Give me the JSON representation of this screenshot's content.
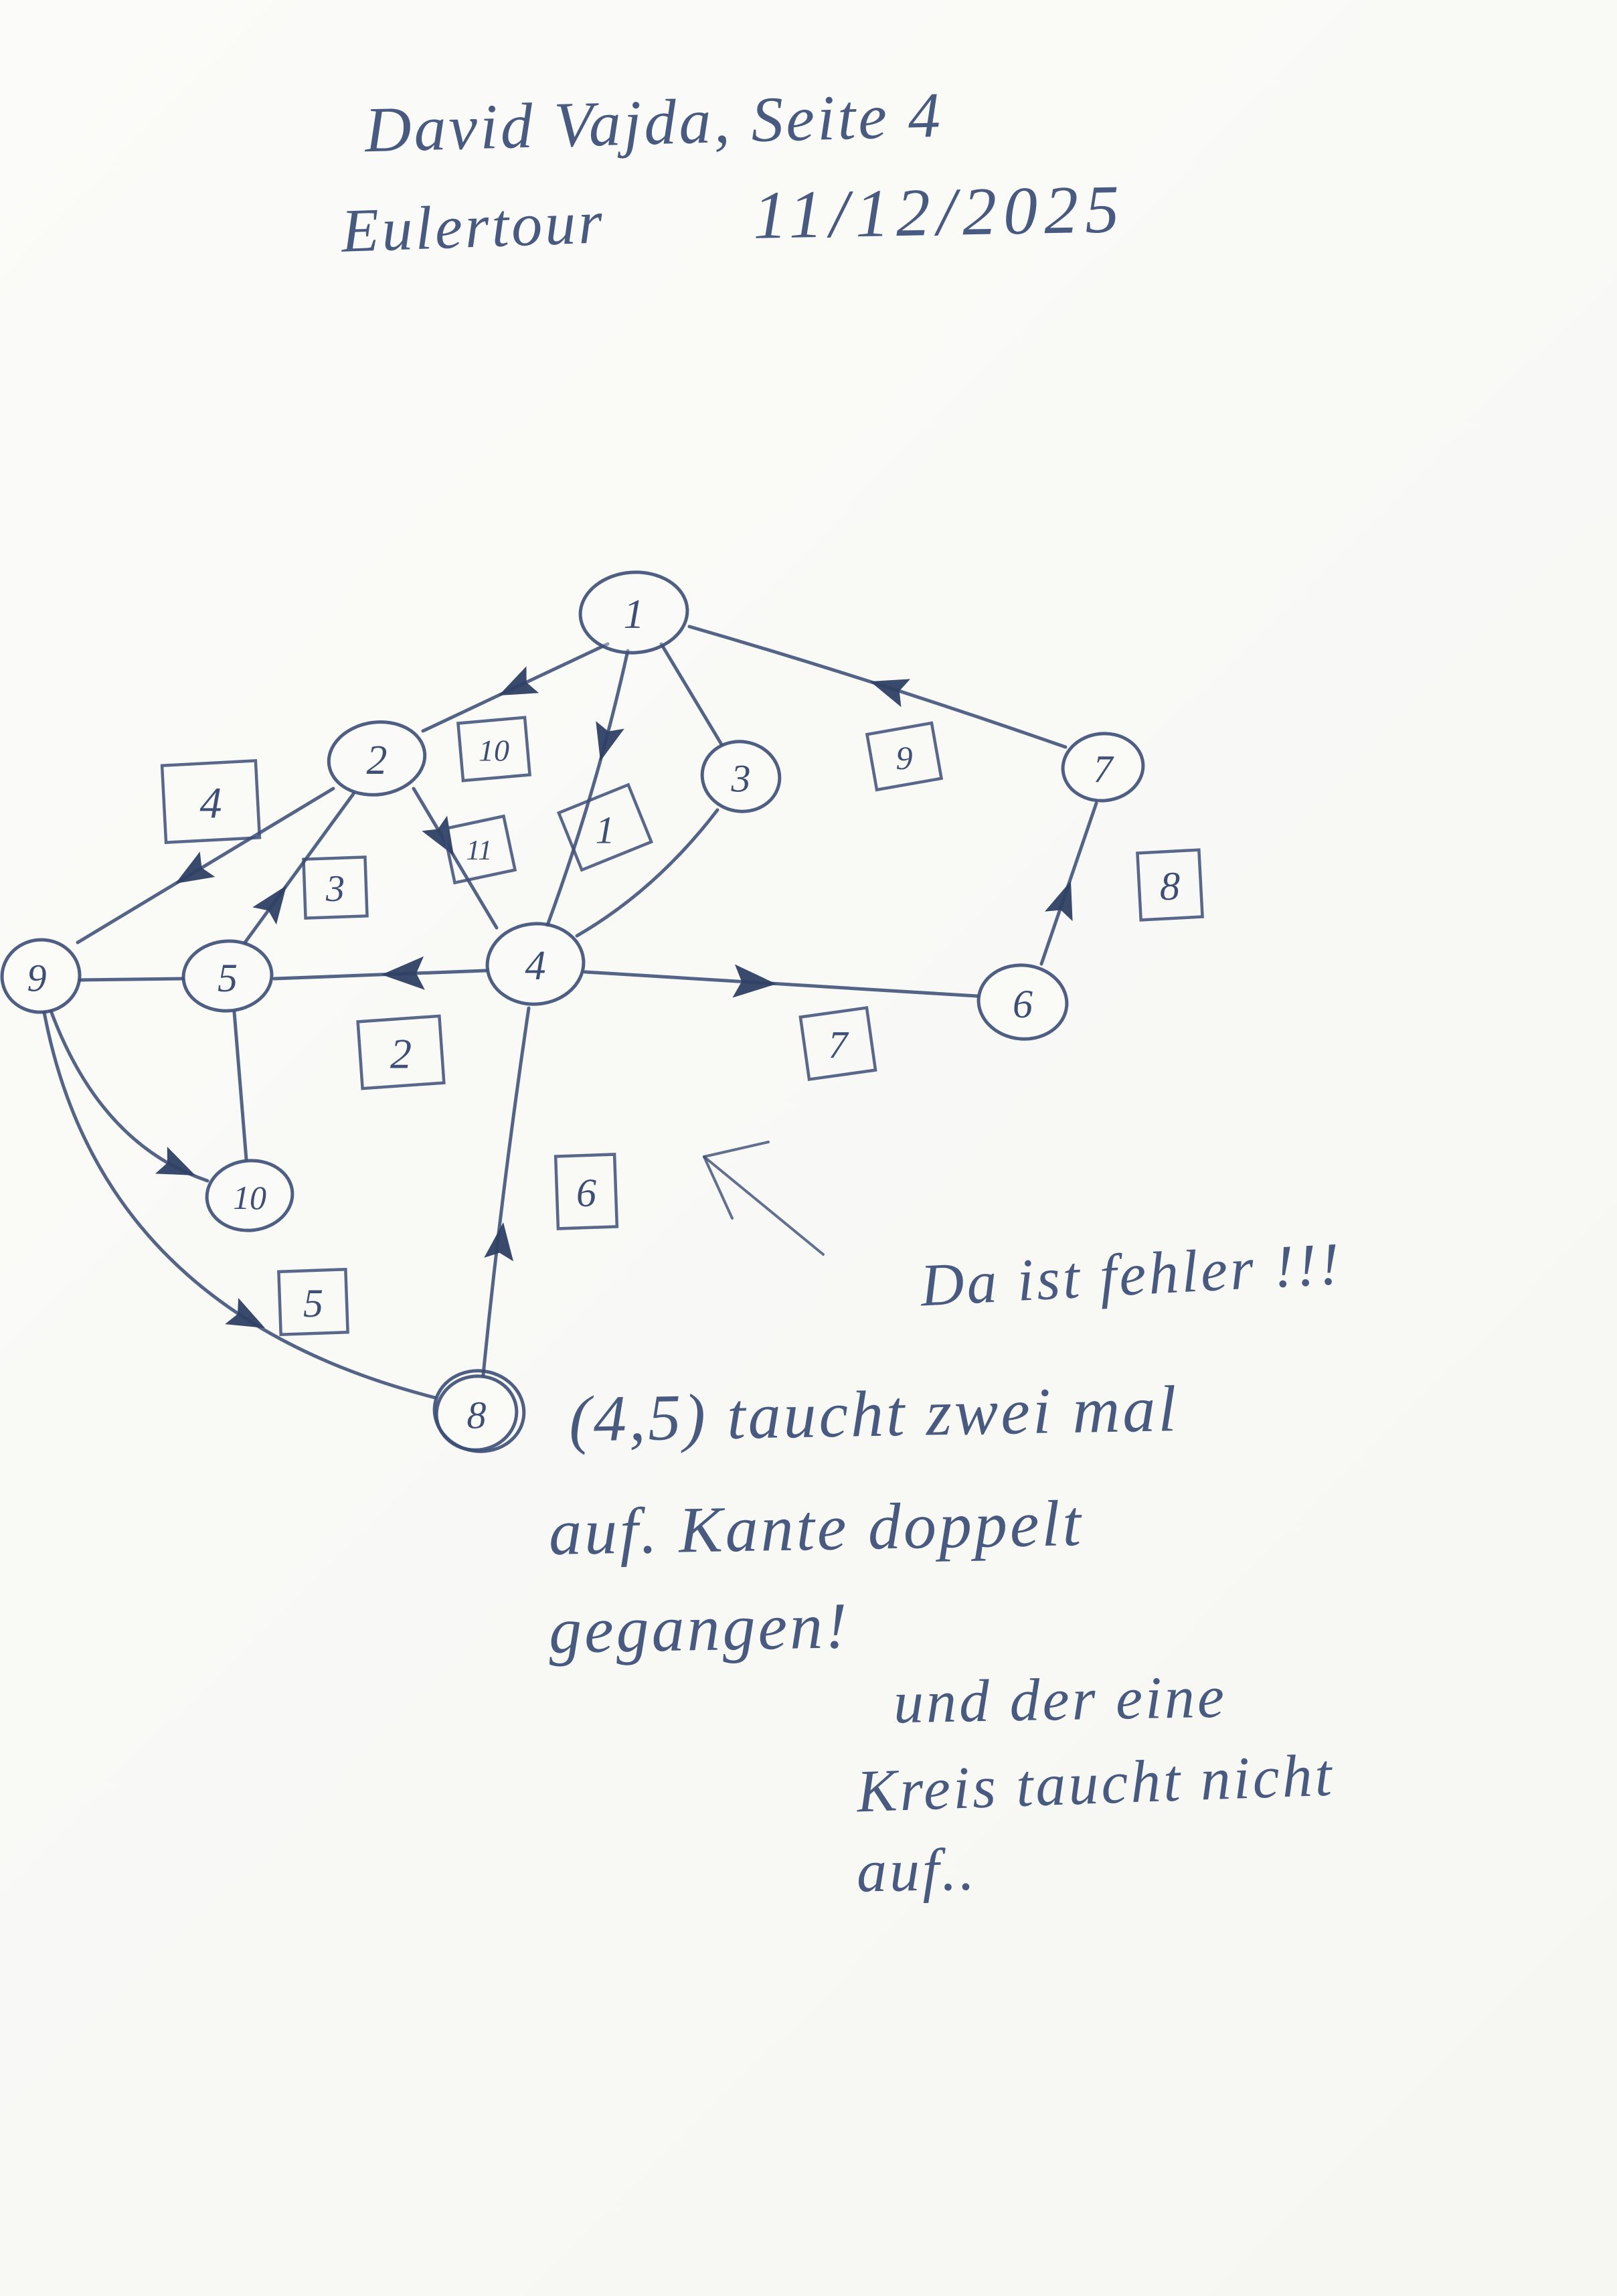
{
  "colors": {
    "ink": "#3c4e77",
    "paper": "#fbfbf9"
  },
  "header": {
    "line1": "David Vajda, Seite 4",
    "subject": "Eulertour",
    "date": "11/12/2025"
  },
  "graph": {
    "nodes": [
      {
        "id": "1",
        "label": "1"
      },
      {
        "id": "2",
        "label": "2"
      },
      {
        "id": "3",
        "label": "3"
      },
      {
        "id": "4",
        "label": "4"
      },
      {
        "id": "5",
        "label": "5"
      },
      {
        "id": "6",
        "label": "6"
      },
      {
        "id": "7",
        "label": "7"
      },
      {
        "id": "8",
        "label": "8"
      },
      {
        "id": "9",
        "label": "9"
      },
      {
        "id": "10",
        "label": "10"
      }
    ],
    "edges": [
      {
        "from": "7",
        "to": "1",
        "label": "9"
      },
      {
        "from": "1",
        "to": "2",
        "label": "10"
      },
      {
        "from": "1",
        "to": "4",
        "label": "1"
      },
      {
        "from": "1",
        "to": "3",
        "label": ""
      },
      {
        "from": "3",
        "to": "4",
        "label": ""
      },
      {
        "from": "2",
        "to": "4",
        "label": "11"
      },
      {
        "from": "5",
        "to": "2",
        "label": "3"
      },
      {
        "from": "2",
        "to": "9",
        "label": "4"
      },
      {
        "from": "9",
        "to": "5",
        "label": ""
      },
      {
        "from": "4",
        "to": "5",
        "label": "2"
      },
      {
        "from": "4",
        "to": "6",
        "label": "7"
      },
      {
        "from": "6",
        "to": "7",
        "label": "8"
      },
      {
        "from": "5",
        "to": "10",
        "label": ""
      },
      {
        "from": "9",
        "to": "10",
        "label": ""
      },
      {
        "from": "9",
        "to": "8",
        "label": "5"
      },
      {
        "from": "8",
        "to": "4",
        "label": "6"
      }
    ]
  },
  "annotations": {
    "error": "Da ist fehler !!!",
    "note1": "(4,5) taucht zwei mal",
    "note2": "auf. Kante doppelt",
    "note3": "gegangen!",
    "note4": "und der eine",
    "note5": "Kreis taucht nicht",
    "note6": "auf.."
  }
}
